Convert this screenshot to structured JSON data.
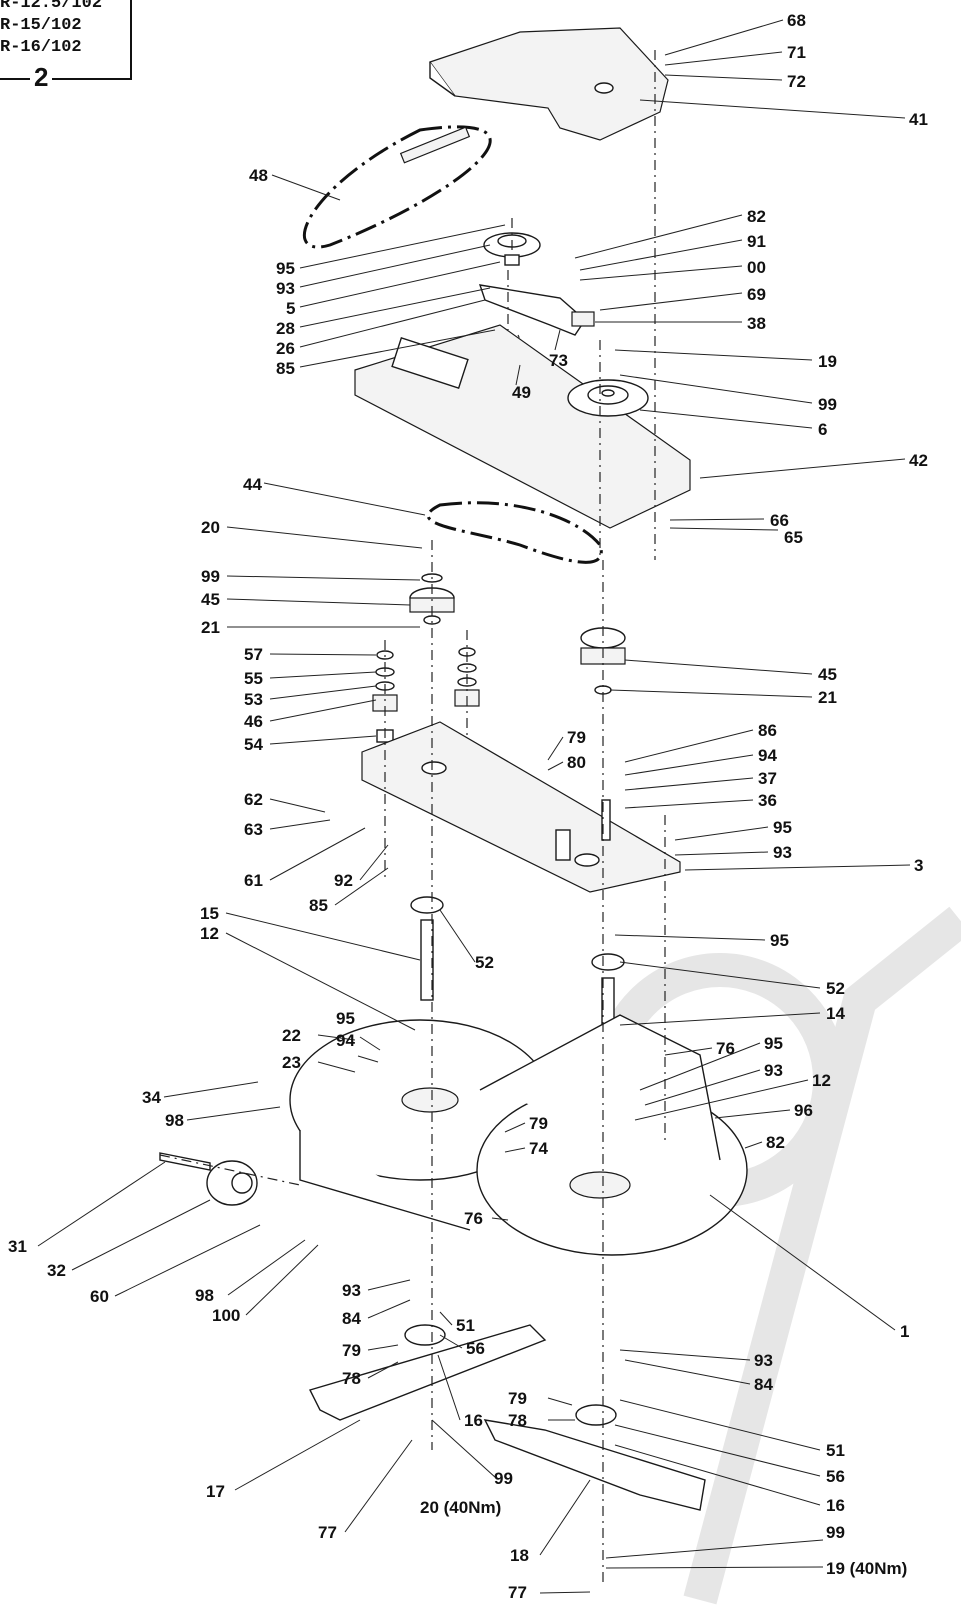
{
  "header": {
    "models": [
      "R-12.5/102",
      "R-15/102",
      "R-16/102"
    ],
    "figure_number": "2"
  },
  "callouts": [
    {
      "id": "c68",
      "text": "68"
    },
    {
      "id": "c71",
      "text": "71"
    },
    {
      "id": "c72",
      "text": "72"
    },
    {
      "id": "c41",
      "text": "41"
    },
    {
      "id": "c48",
      "text": "48"
    },
    {
      "id": "c82a",
      "text": "82"
    },
    {
      "id": "c91",
      "text": "91"
    },
    {
      "id": "c00",
      "text": "00"
    },
    {
      "id": "c69",
      "text": "69"
    },
    {
      "id": "c38",
      "text": "38"
    },
    {
      "id": "c95a",
      "text": "95"
    },
    {
      "id": "c93a",
      "text": "93"
    },
    {
      "id": "c5",
      "text": "5"
    },
    {
      "id": "c28",
      "text": "28"
    },
    {
      "id": "c26",
      "text": "26"
    },
    {
      "id": "c85a",
      "text": "85"
    },
    {
      "id": "c73",
      "text": "73"
    },
    {
      "id": "c49",
      "text": "49"
    },
    {
      "id": "c19a",
      "text": "19"
    },
    {
      "id": "c99a",
      "text": "99"
    },
    {
      "id": "c6",
      "text": "6"
    },
    {
      "id": "c42",
      "text": "42"
    },
    {
      "id": "c44",
      "text": "44"
    },
    {
      "id": "c66",
      "text": "66"
    },
    {
      "id": "c65",
      "text": "65"
    },
    {
      "id": "c20a",
      "text": "20"
    },
    {
      "id": "c99b",
      "text": "99"
    },
    {
      "id": "c45a",
      "text": "45"
    },
    {
      "id": "c21a",
      "text": "21"
    },
    {
      "id": "c57",
      "text": "57"
    },
    {
      "id": "c55",
      "text": "55"
    },
    {
      "id": "c53",
      "text": "53"
    },
    {
      "id": "c46",
      "text": "46"
    },
    {
      "id": "c54",
      "text": "54"
    },
    {
      "id": "c45b",
      "text": "45"
    },
    {
      "id": "c21b",
      "text": "21"
    },
    {
      "id": "c79a",
      "text": "79"
    },
    {
      "id": "c80",
      "text": "80"
    },
    {
      "id": "c86",
      "text": "86"
    },
    {
      "id": "c94a",
      "text": "94"
    },
    {
      "id": "c37",
      "text": "37"
    },
    {
      "id": "c36",
      "text": "36"
    },
    {
      "id": "c62",
      "text": "62"
    },
    {
      "id": "c63",
      "text": "63"
    },
    {
      "id": "c95b",
      "text": "95"
    },
    {
      "id": "c93b",
      "text": "93"
    },
    {
      "id": "c3",
      "text": "3"
    },
    {
      "id": "c61",
      "text": "61"
    },
    {
      "id": "c92",
      "text": "92"
    },
    {
      "id": "c85b",
      "text": "85"
    },
    {
      "id": "c15",
      "text": "15"
    },
    {
      "id": "c12a",
      "text": "12"
    },
    {
      "id": "c52a",
      "text": "52"
    },
    {
      "id": "c95c",
      "text": "95"
    },
    {
      "id": "c52b",
      "text": "52"
    },
    {
      "id": "c14",
      "text": "14"
    },
    {
      "id": "c95d",
      "text": "95"
    },
    {
      "id": "c94b",
      "text": "94"
    },
    {
      "id": "c22",
      "text": "22"
    },
    {
      "id": "c23",
      "text": "23"
    },
    {
      "id": "c76a",
      "text": "76"
    },
    {
      "id": "c95e",
      "text": "95"
    },
    {
      "id": "c34",
      "text": "34"
    },
    {
      "id": "c98a",
      "text": "98"
    },
    {
      "id": "c93c",
      "text": "93"
    },
    {
      "id": "c12b",
      "text": "12"
    },
    {
      "id": "c96",
      "text": "96"
    },
    {
      "id": "c79b",
      "text": "79"
    },
    {
      "id": "c74",
      "text": "74"
    },
    {
      "id": "c82b",
      "text": "82"
    },
    {
      "id": "c76b",
      "text": "76"
    },
    {
      "id": "c31",
      "text": "31"
    },
    {
      "id": "c32",
      "text": "32"
    },
    {
      "id": "c60",
      "text": "60"
    },
    {
      "id": "c98b",
      "text": "98"
    },
    {
      "id": "c100",
      "text": "100"
    },
    {
      "id": "c1",
      "text": "1"
    },
    {
      "id": "c93d",
      "text": "93"
    },
    {
      "id": "c84a",
      "text": "84"
    },
    {
      "id": "c51a",
      "text": "51"
    },
    {
      "id": "c56a",
      "text": "56"
    },
    {
      "id": "c79c",
      "text": "79"
    },
    {
      "id": "c78a",
      "text": "78"
    },
    {
      "id": "c93e",
      "text": "93"
    },
    {
      "id": "c84b",
      "text": "84"
    },
    {
      "id": "c79d",
      "text": "79"
    },
    {
      "id": "c78b",
      "text": "78"
    },
    {
      "id": "c51b",
      "text": "51"
    },
    {
      "id": "c56b",
      "text": "56"
    },
    {
      "id": "c16a",
      "text": "16"
    },
    {
      "id": "c16b",
      "text": "16"
    },
    {
      "id": "c17",
      "text": "17"
    },
    {
      "id": "c99c",
      "text": "99"
    },
    {
      "id": "c20b",
      "text": "20 (40Nm)"
    },
    {
      "id": "c77a",
      "text": "77"
    },
    {
      "id": "c99d",
      "text": "99"
    },
    {
      "id": "c18",
      "text": "18"
    },
    {
      "id": "c19b",
      "text": "19 (40Nm)"
    },
    {
      "id": "c77b",
      "text": "77"
    }
  ]
}
